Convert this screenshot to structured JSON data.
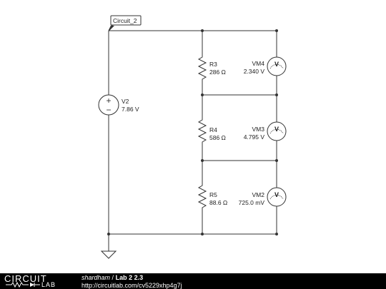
{
  "circuit": {
    "name_tag": "Circuit_2",
    "source": {
      "name": "V2",
      "value": "7.86 V"
    },
    "resistors": [
      {
        "name": "R3",
        "value": "286 Ω"
      },
      {
        "name": "R4",
        "value": "586 Ω"
      },
      {
        "name": "R5",
        "value": "88.6 Ω"
      }
    ],
    "voltmeters": [
      {
        "name": "VM4",
        "reading": "2.340 V",
        "symbol": "V"
      },
      {
        "name": "VM3",
        "reading": "4.795 V",
        "symbol": "V"
      },
      {
        "name": "VM2",
        "reading": "725.0 mV",
        "symbol": "V"
      }
    ],
    "source_symbol_plus": "+",
    "source_symbol_minus": "−"
  },
  "footer": {
    "logo_top": "CIRCUIT",
    "logo_bottom": "LAB",
    "author": "shardham",
    "separator": "/",
    "title": "Lab 2 2.3",
    "url": "http://circuitlab.com/cv5229xhp4g7j"
  }
}
